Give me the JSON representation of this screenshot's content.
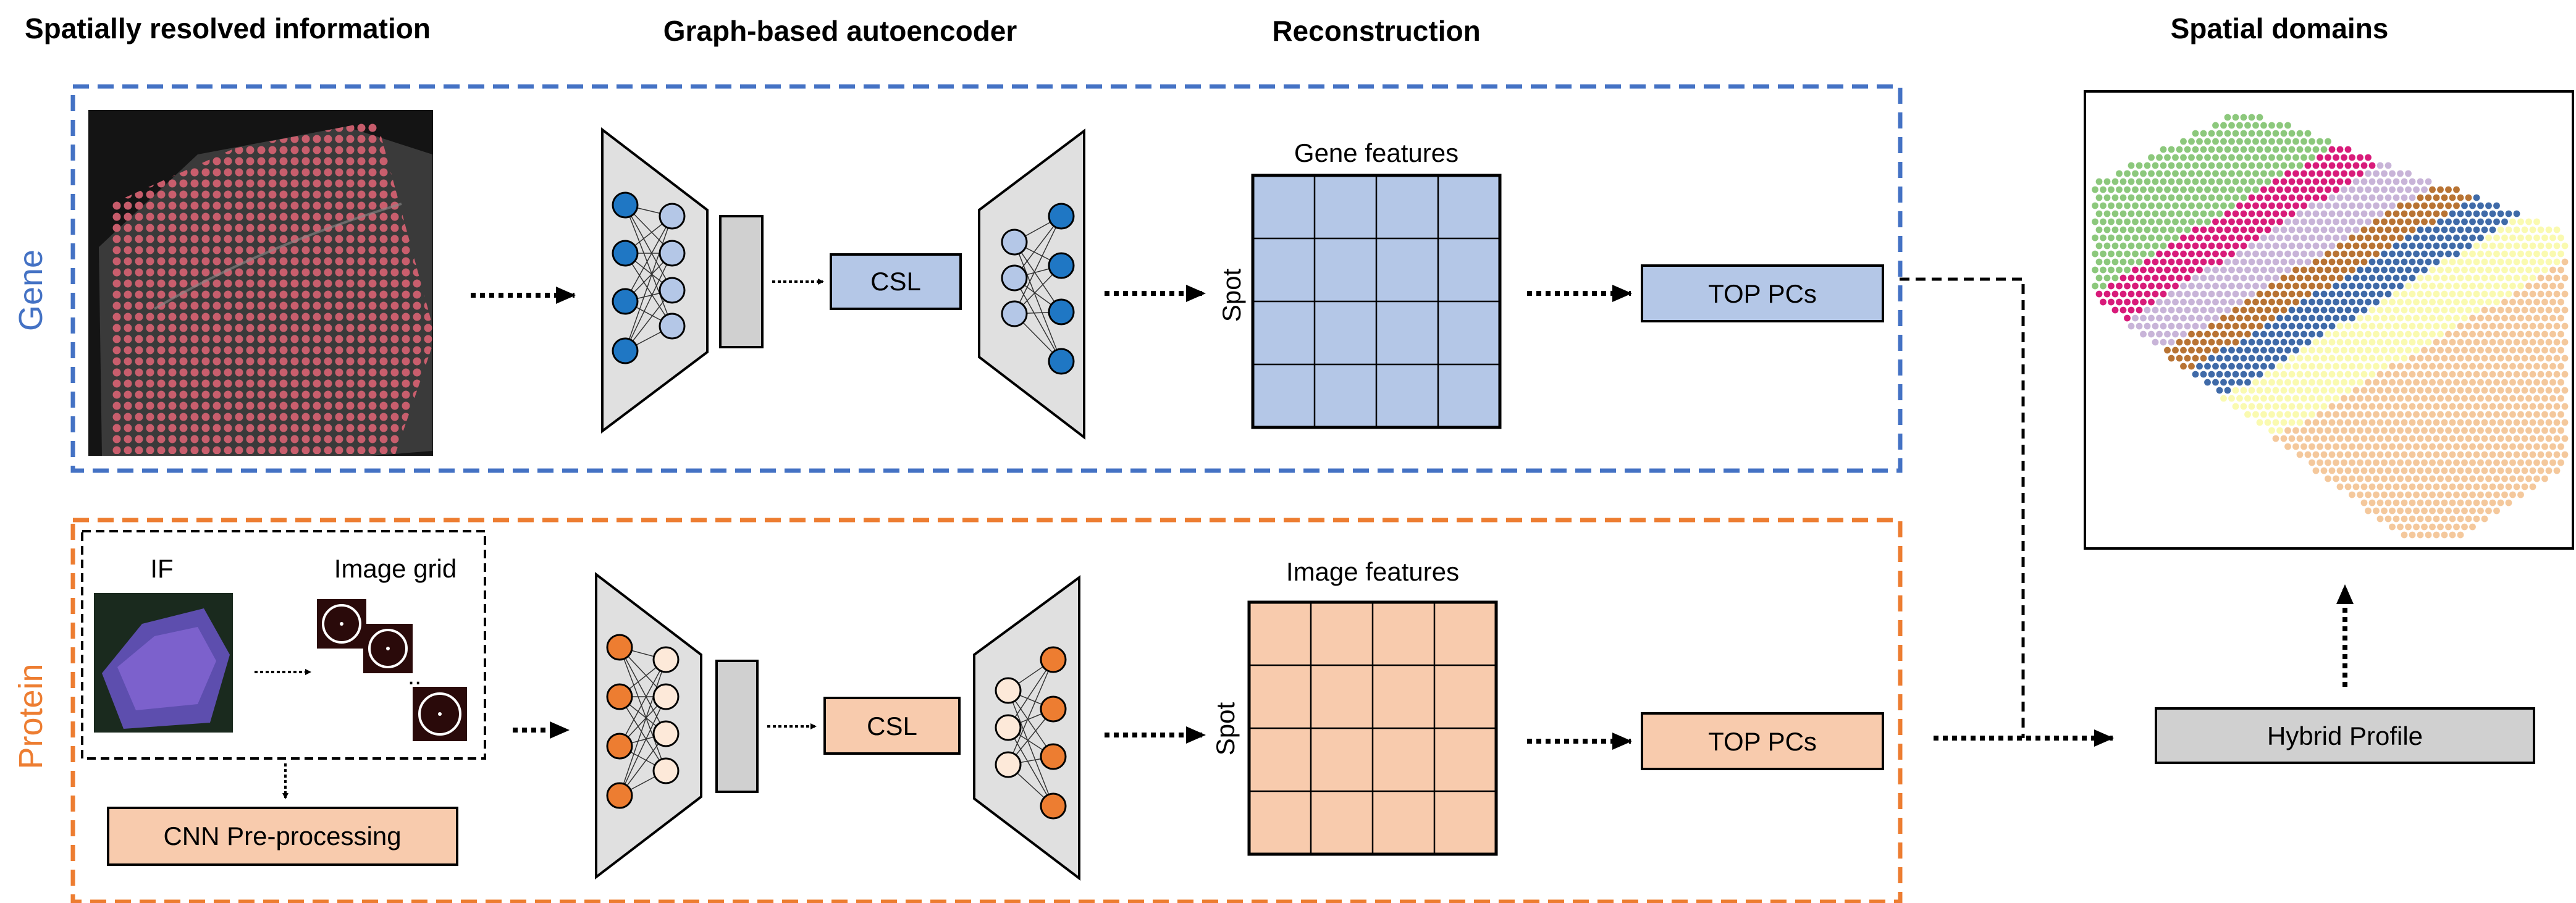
{
  "headers": {
    "spatial_info": "Spatially resolved information",
    "autoencoder": "Graph-based autoencoder",
    "reconstruction": "Reconstruction",
    "spatial_domains": "Spatial domains"
  },
  "gene_row": {
    "side_label": "Gene",
    "csl_label": "CSL",
    "matrix_title": "Gene features",
    "matrix_axis": "Spot",
    "top_pcs_label": "TOP PCs"
  },
  "protein_row": {
    "side_label": "Protein",
    "if_label": "IF",
    "image_grid_label": "Image grid",
    "cnn_label": "CNN Pre-processing",
    "csl_label": "CSL",
    "matrix_title": "Image features",
    "matrix_axis": "Spot",
    "top_pcs_label": "TOP PCs"
  },
  "hybrid_label": "Hybrid Profile",
  "colors": {
    "gene_accent": "#4472c4",
    "protein_accent": "#ed7d31",
    "gene_fill": "#b4c7e7",
    "protein_fill": "#f8cbad",
    "node_blue": "#1f77c4",
    "node_orange": "#ed7d31",
    "hybrid_fill": "#d0d0d0"
  },
  "domain_colors": [
    "#f4c89c",
    "#fafab0",
    "#3f6aa8",
    "#b87333",
    "#c8b4d8",
    "#d81b7a",
    "#8cc87c"
  ]
}
